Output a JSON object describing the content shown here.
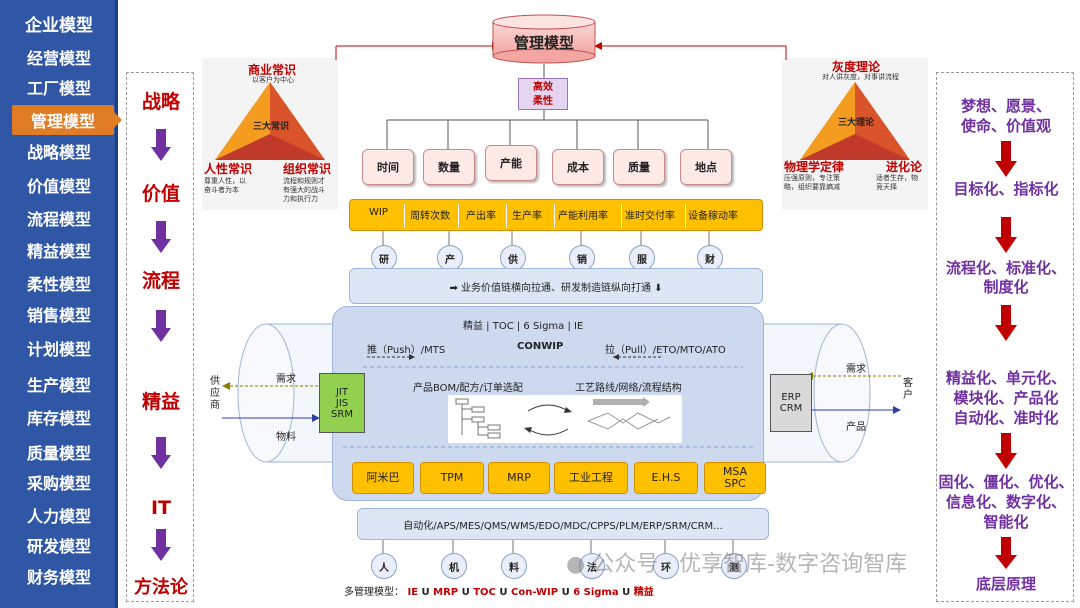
{
  "sidebar": {
    "header": "企业模型",
    "items": [
      "经营模型",
      "工厂模型",
      "管理模型",
      "战略模型",
      "价值模型",
      "流程模型",
      "精益模型",
      "柔性模型",
      "销售模型",
      "计划模型",
      "生产模型",
      "库存模型",
      "质量模型",
      "采购模型",
      "人力模型",
      "研发模型",
      "财务模型"
    ],
    "active_index": 2
  },
  "left_column": [
    "战略",
    "价值",
    "流程",
    "精益",
    "IT",
    "方法论"
  ],
  "right_column": {
    "block1": [
      "梦想、愿景、",
      "使命、价值观"
    ],
    "block2": [
      "目标化、指标化"
    ],
    "block3": [
      "流程化、标准化、",
      "制度化"
    ],
    "block4": [
      "精益化、单元化、",
      "模块化、产品化",
      "自动化、准时化"
    ],
    "block5": [
      "固化、僵化、优化、",
      "信息化、数字化、",
      "智能化"
    ],
    "block6": [
      "底层原理"
    ]
  },
  "left_pyramid": {
    "title": "商业常识",
    "subtitle": "以客户为中心",
    "center": "三大常识",
    "left_label": "人性常识",
    "left_desc": [
      "尊重人性，以",
      "奋斗者为本"
    ],
    "right_label": "组织常识",
    "right_desc": [
      "流程和规则才",
      "有强大的战斗",
      "力和执行力"
    ]
  },
  "right_pyramid": {
    "title": "灰度理论",
    "subtitle": "对人讲灰度，对事讲流程",
    "center": "三大理论",
    "left_label": "物理学定律",
    "left_desc": [
      "压强原则，专注策",
      "略，组织要靠熵减"
    ],
    "right_label": "进化论",
    "right_desc": [
      "适者生存，物",
      "竞天择"
    ]
  },
  "management_model": "管理模型",
  "efficient_flexible": [
    "高效",
    "柔性"
  ],
  "top_boxes": [
    "时间",
    "数量",
    "产能",
    "成本",
    "质量",
    "地点"
  ],
  "metrics": [
    "WIP",
    "周转次数",
    "产出率",
    "生产率",
    "产能利用率",
    "准时交付率",
    "设备稼动率"
  ],
  "chain_circles": [
    "研",
    "产",
    "供",
    "销",
    "服",
    "财"
  ],
  "value_chain": "➡ 业务价值链横向拉通、研发制造链纵向打通 ⬇",
  "core": {
    "methods": "精益  |   TOC  |   6 Sigma  |   IE",
    "push": "推（Push）/MTS",
    "conwip": "CONWIP",
    "pull": "拉（Pull）/ETO/MTO/ATO",
    "bom": "产品BOM/配方/订单选配",
    "route": "工艺路线/网络/流程结构"
  },
  "left_pipe": {
    "demand": "需求",
    "supplier": "供应商",
    "material": "物料",
    "box": [
      "JIT",
      "JIS",
      "SRM"
    ]
  },
  "right_pipe": {
    "demand": "需求",
    "customer": "客户",
    "product": "产品",
    "box": [
      "ERP",
      "CRM"
    ]
  },
  "bottom_boxes": [
    [
      "阿米巴"
    ],
    [
      "TPM"
    ],
    [
      "MRP"
    ],
    [
      "工业工程"
    ],
    [
      "E.H.S"
    ],
    [
      "MSA",
      "SPC"
    ]
  ],
  "automation": "自动化/APS/MES/QMS/WMS/EDO/MDC/CPPS/PLM/ERP/SRM/CRM...",
  "resource_circles": [
    "人",
    "机",
    "料",
    "法",
    "环",
    "测"
  ],
  "formula": {
    "prefix": "多管理模型：",
    "terms": [
      "IE",
      "MRP",
      "TOC",
      "Con-WIP",
      "6 Sigma",
      "精益"
    ],
    "union": "U"
  },
  "watermark": "公众号 · 优享智库-数字咨询智库",
  "colors": {
    "sidebar": "#2f57a5",
    "active": "#e07b26",
    "accent_red": "#c00000",
    "accent_purple": "#7030a0",
    "gold": "#ffc000",
    "light_blue": "#cdd9ef"
  }
}
